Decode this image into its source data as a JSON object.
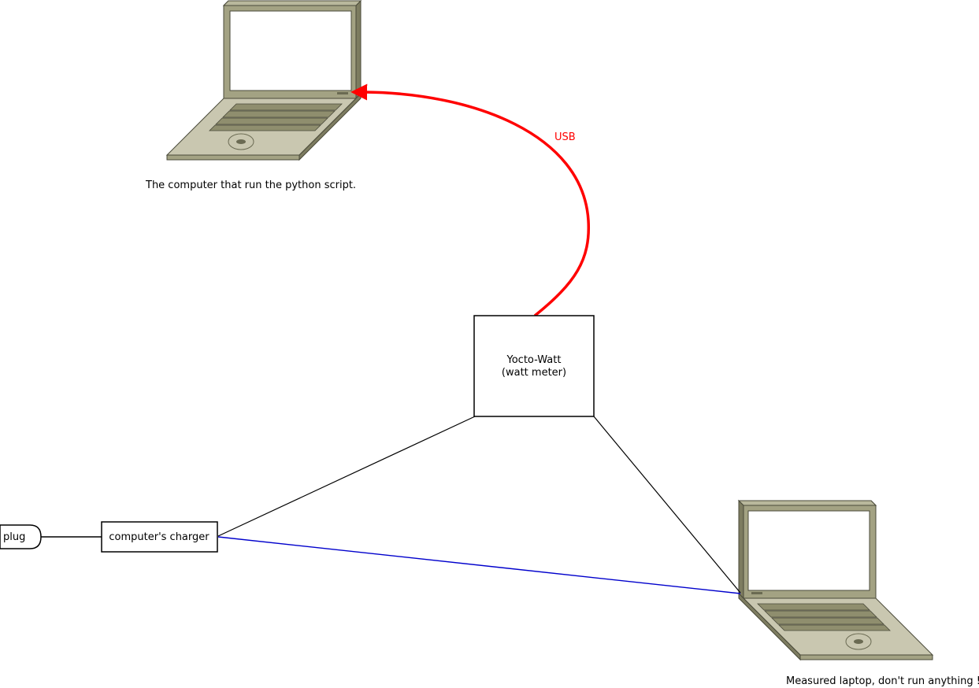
{
  "labels": {
    "script_computer": "The computer that run the python script.",
    "usb": "USB",
    "wattmeter_line1": "Yocto-Watt",
    "wattmeter_line2": "(watt meter)",
    "charger": "computer's charger",
    "plug": "plug",
    "measured_laptop": "Measured laptop, don't run anything !"
  },
  "colors": {
    "usb_link": "#ff0000",
    "charger_to_laptop_link": "#0000cc",
    "laptop_body": "#c9c7b0",
    "laptop_frame": "#a3a283",
    "laptop_dark": "#7d7c60",
    "keyboard": "#8f8e6e"
  },
  "icons": {
    "script_computer": "laptop-icon",
    "measured_laptop": "laptop-icon"
  }
}
